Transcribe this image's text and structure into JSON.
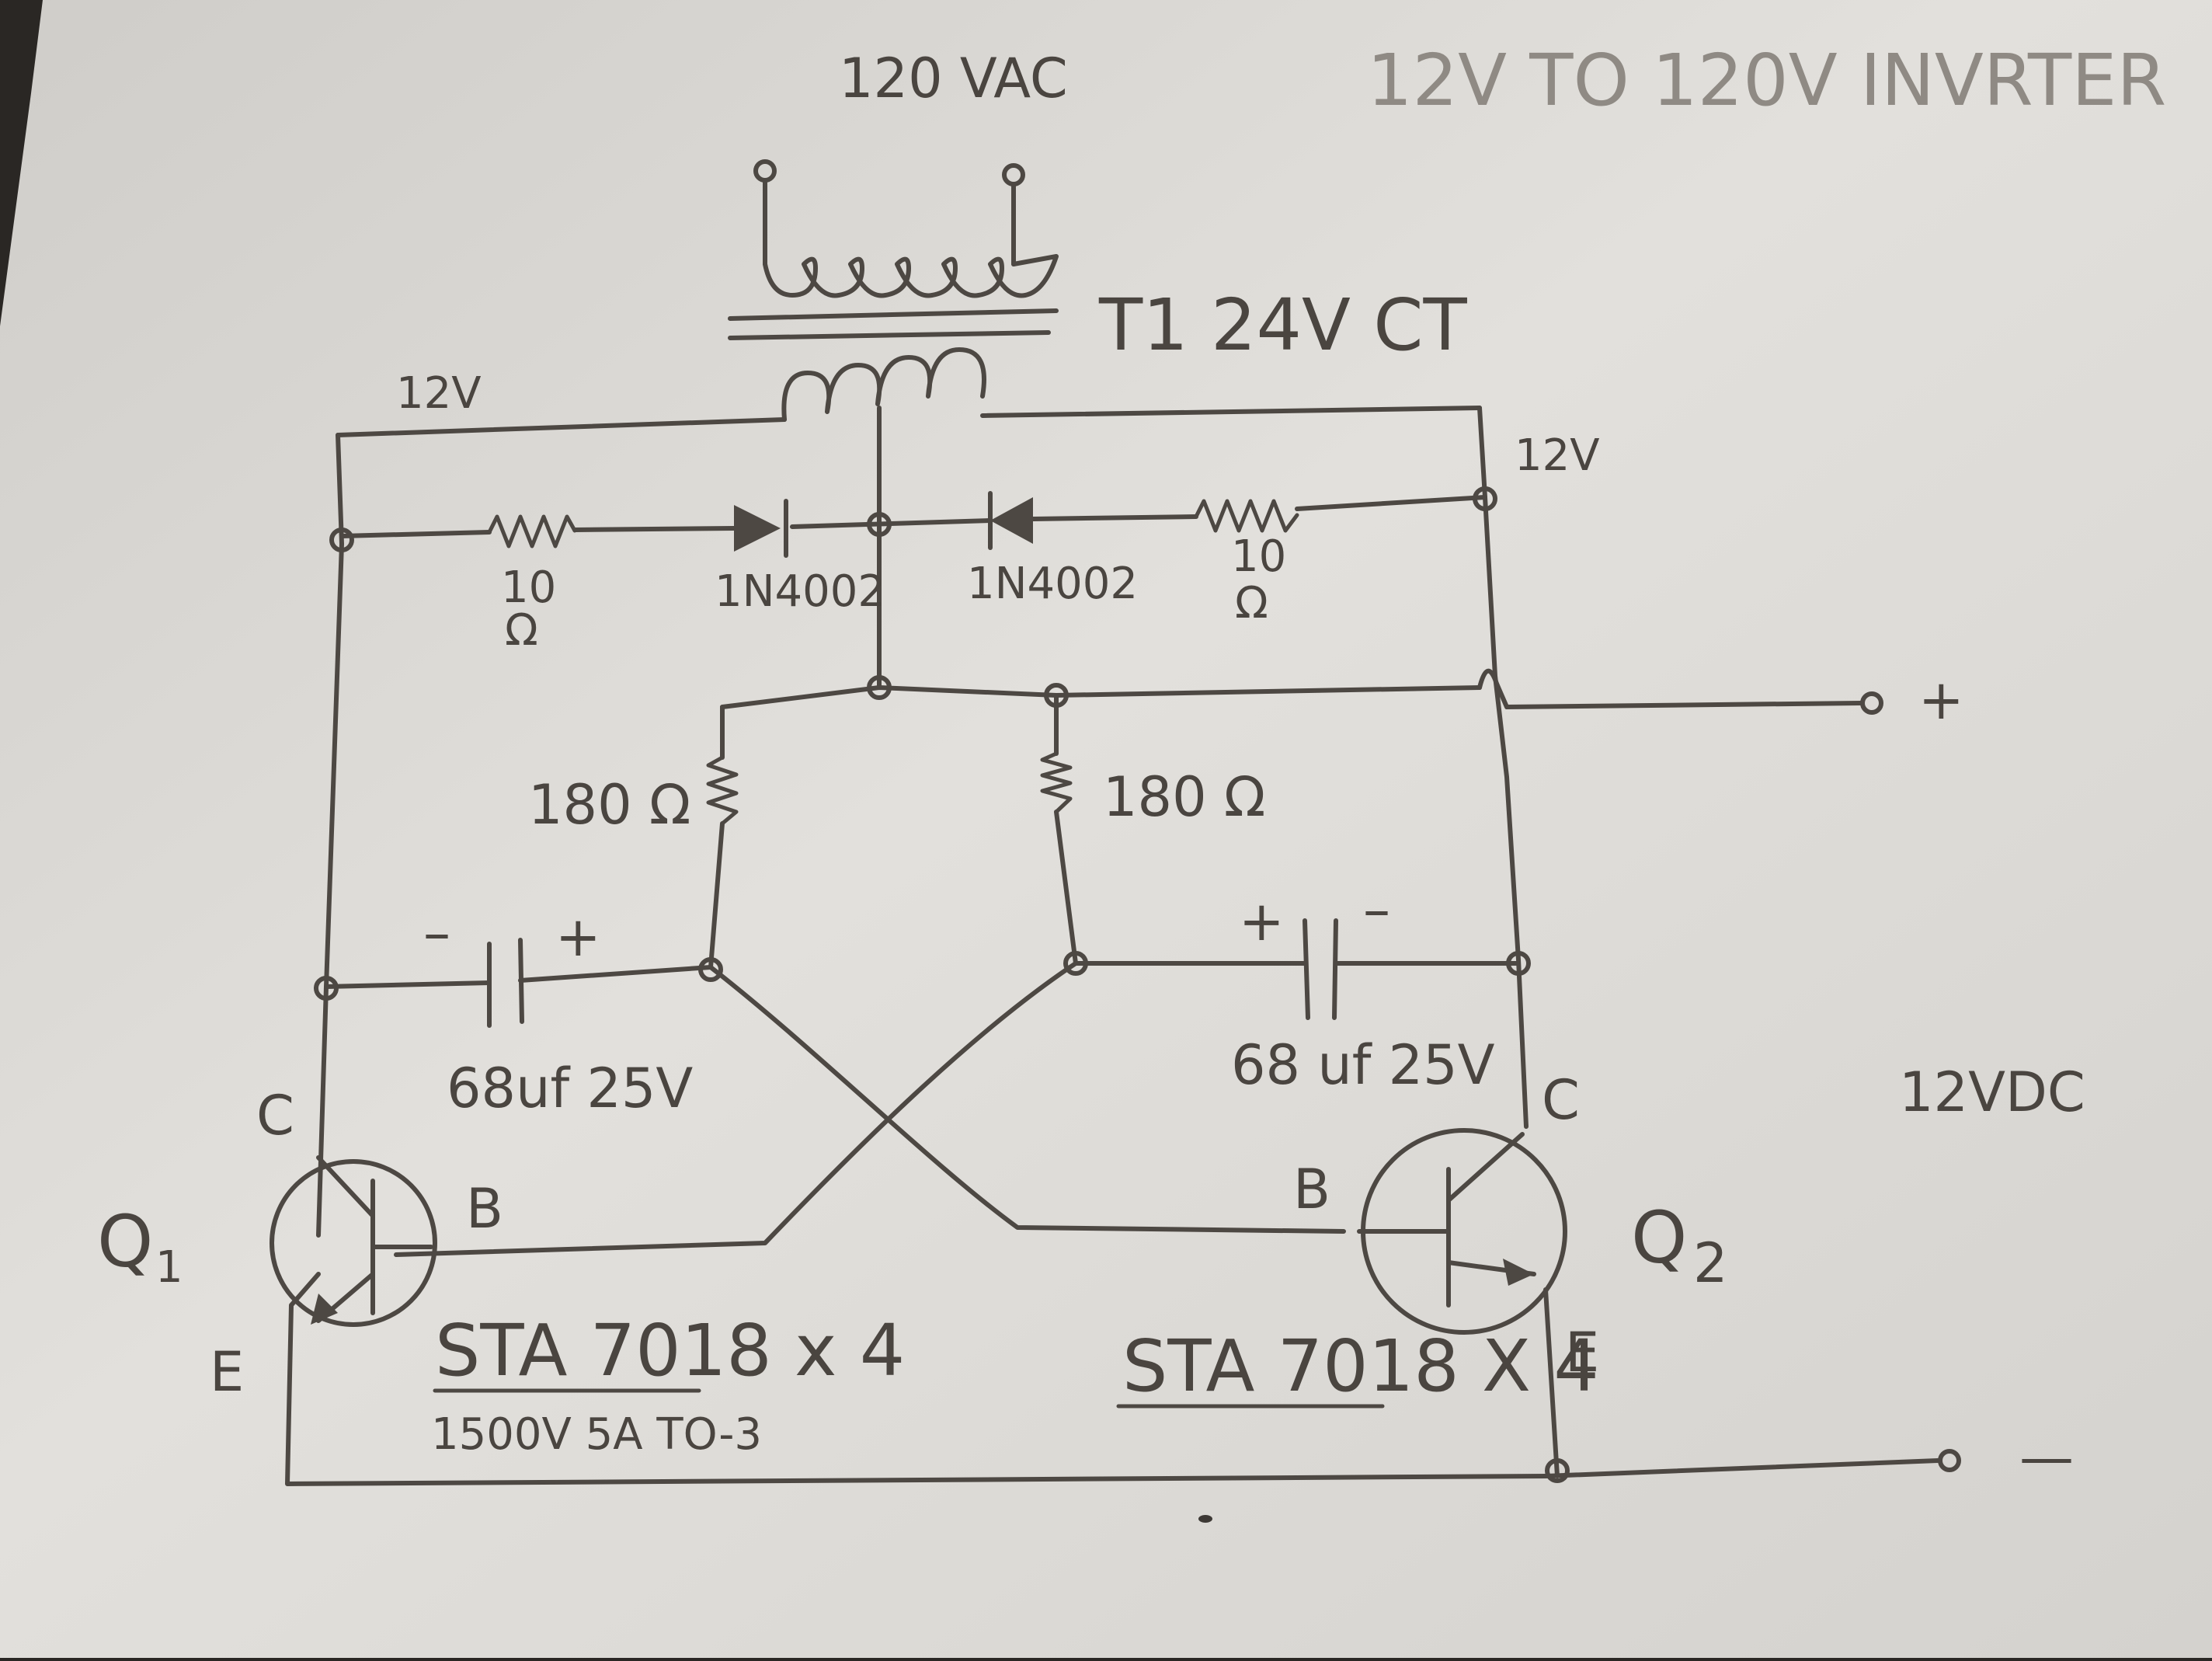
{
  "title": "12V TO 120V INVRTER",
  "labels": {
    "output_ac": "120 VAC",
    "transformer": "T1  24V CT",
    "supply_left": "12V",
    "supply_right": "12V",
    "input_dc": "12VDC",
    "plus": "+",
    "minus": "—"
  },
  "components": {
    "r1": {
      "value": "10",
      "unit": "Ω"
    },
    "r2": {
      "value": "10",
      "unit": "Ω"
    },
    "d1": {
      "label": "1N4002"
    },
    "d2": {
      "label": "1N4002"
    },
    "r3": {
      "label": "180 Ω"
    },
    "r4": {
      "label": "180 Ω"
    },
    "c1": {
      "label": "68uf  25V",
      "neg": "–",
      "pos": "+"
    },
    "c2": {
      "label": "68 uf  25V",
      "neg": "–",
      "pos": "+"
    },
    "q1": {
      "label": "Q",
      "subscript": "1",
      "collector": "C",
      "base": "B",
      "emitter": "E",
      "part": "STA 7018  x 4",
      "spec": "1500V  5A   TO-3"
    },
    "q2": {
      "label": "Q",
      "subscript": "2",
      "collector": "C",
      "base": "B",
      "emitter": "E",
      "part": "STA 7018  X 4"
    }
  },
  "colors": {
    "paper": "#dcdad6",
    "pencil": "#4d4843",
    "background": "#2a2724"
  }
}
